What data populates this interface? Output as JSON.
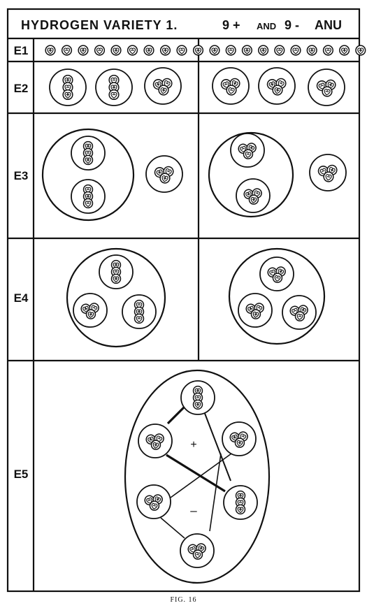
{
  "title": {
    "left": "HYDROGEN VARIETY 1.",
    "right_a": "9 +",
    "right_and": "AND",
    "right_b": "9 -",
    "right_end": "ANU"
  },
  "levels": {
    "e1": "E1",
    "e2": "E2",
    "e3": "E3",
    "e4": "E4",
    "e5": "E5"
  },
  "e5_signs": {
    "plus": "+",
    "minus": "–"
  },
  "caption": "FIG.  16",
  "anu_marks": {
    "e1_left": [
      "+",
      "−",
      "+",
      "−",
      "+",
      "−",
      "+",
      "+",
      "−",
      "+"
    ],
    "e1_right": [
      "+",
      "−",
      "+",
      "+",
      "−",
      "−",
      "+",
      "−",
      "+",
      "+"
    ]
  },
  "colors": {
    "ink": "#111111",
    "paper": "#ffffff"
  }
}
